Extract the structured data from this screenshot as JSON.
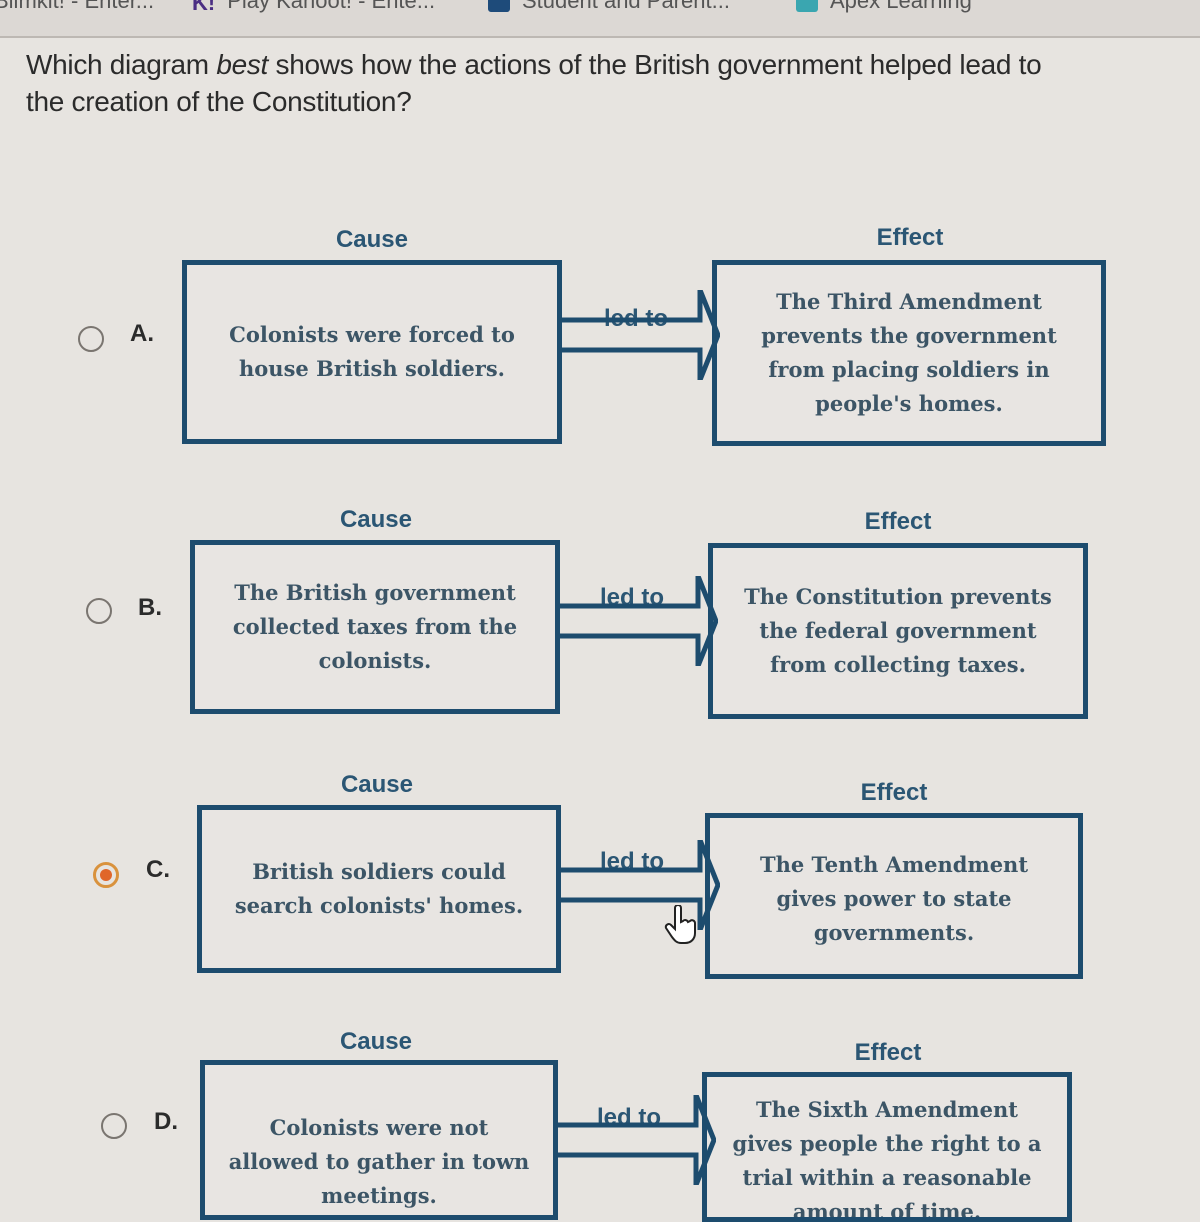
{
  "bookmarks": [
    {
      "label": "Blimkit! - Enter...",
      "icon": "blimkit-icon"
    },
    {
      "label": "Play Kahoot! - Ente...",
      "icon": "kahoot-icon"
    },
    {
      "label": "Student and Parent...",
      "icon": "student-parent-icon"
    },
    {
      "label": "Apex Learning",
      "icon": "apex-icon"
    }
  ],
  "question": {
    "prefix": "Which diagram ",
    "emphasis": "best",
    "suffix": " shows how the actions of the British government helped lead to the creation of the Constitution?"
  },
  "labels": {
    "cause": "Cause",
    "effect": "Effect",
    "connector": "led to"
  },
  "options": [
    {
      "letter": "A.",
      "selected": false,
      "cause": "Colonists were forced to house British soldiers.",
      "effect": "The Third Amendment prevents the government from placing soldiers in people's homes."
    },
    {
      "letter": "B.",
      "selected": false,
      "cause": "The British government collected taxes from the colonists.",
      "effect": "The Constitution prevents the federal government from collecting taxes."
    },
    {
      "letter": "C.",
      "selected": true,
      "cause": "British soldiers could search colonists' homes.",
      "effect": "The Tenth Amendment gives power to state governments."
    },
    {
      "letter": "D.",
      "selected": false,
      "cause": "Colonists were not allowed to gather in town meetings.",
      "effect": "The Sixth Amendment gives people the right to a trial within a reasonable amount of time."
    }
  ],
  "colors": {
    "box_border": "#1d4c6e",
    "label_text": "#2b5674",
    "selected_ring": "#d9923d",
    "selected_dot": "#e0662a"
  }
}
